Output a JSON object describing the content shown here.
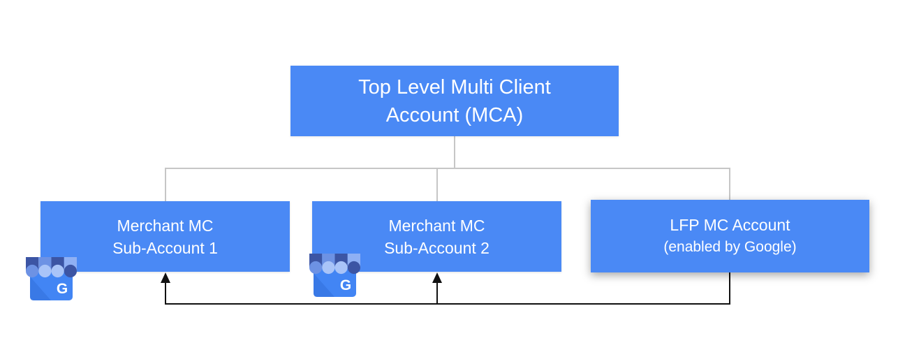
{
  "diagram": {
    "nodes": {
      "mca": {
        "line1": "Top Level Multi Client",
        "line2": "Account (MCA)"
      },
      "sub1": {
        "line1": "Merchant MC",
        "line2": "Sub-Account 1"
      },
      "sub2": {
        "line1": "Merchant MC",
        "line2": "Sub-Account 2"
      },
      "lfp": {
        "line1": "LFP MC Account",
        "line2": "(enabled by Google)"
      }
    },
    "connections": {
      "hierarchy": [
        "mca -> sub1",
        "mca -> sub2",
        "mca -> lfp"
      ],
      "feed": [
        "lfp -> sub1",
        "lfp -> sub2"
      ]
    },
    "icons": {
      "gmb": {
        "name": "google-my-business",
        "letter": "G"
      }
    },
    "colors": {
      "node_fill": "#4a89f5",
      "node_text": "#ffffff",
      "hierarchy_line": "#c6c6c6",
      "feed_line": "#111111",
      "background": "#ffffff"
    }
  }
}
